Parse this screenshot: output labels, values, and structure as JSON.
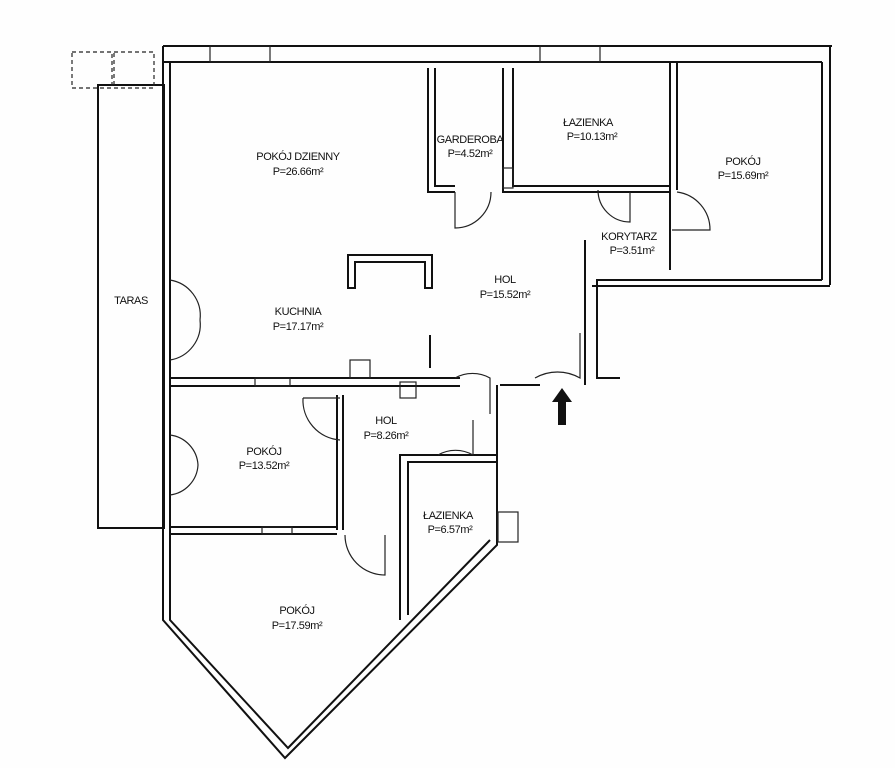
{
  "rooms": [
    {
      "name": "POKÓJ DZIENNY",
      "area": "P=26.66m²"
    },
    {
      "name": "GARDEROBA",
      "area": "P=4.52m²"
    },
    {
      "name": "ŁAZIENKA",
      "area": "P=10.13m²"
    },
    {
      "name": "POKÓJ",
      "area": "P=15.69m²"
    },
    {
      "name": "KORYTARZ",
      "area": "P=3.51m²"
    },
    {
      "name": "HOL",
      "area": "P=15.52m²"
    },
    {
      "name": "KUCHNIA",
      "area": "P=17.17m²"
    },
    {
      "name": "HOL",
      "area": "P=8.26m²"
    },
    {
      "name": "POKÓJ",
      "area": "P=13.52m²"
    },
    {
      "name": "ŁAZIENKA",
      "area": "P=6.57m²"
    },
    {
      "name": "POKÓJ",
      "area": "P=17.59m²"
    }
  ],
  "terrace": "TARAS"
}
